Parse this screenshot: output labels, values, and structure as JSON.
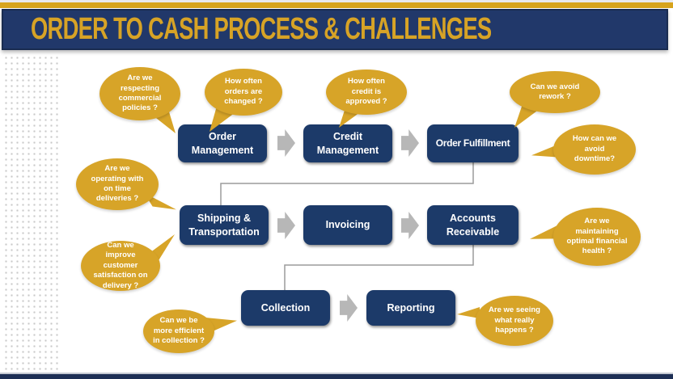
{
  "header": {
    "title": "ORDER TO CASH PROCESS & CHALLENGES"
  },
  "colors": {
    "navy": "#1c3a69",
    "gold": "#d7a428",
    "arrow_gray": "#b7b7b7",
    "connector_gray": "#9b9b9b"
  },
  "diagram": {
    "boxes": [
      {
        "id": "order-management",
        "label": "Order Management"
      },
      {
        "id": "credit-management",
        "label": "Credit Management"
      },
      {
        "id": "order-fulfillment",
        "label": "Order Fulfillment"
      },
      {
        "id": "shipping-transportation",
        "label": "Shipping & Transportation"
      },
      {
        "id": "invoicing",
        "label": "Invoicing"
      },
      {
        "id": "accounts-receivable",
        "label": "Accounts Receivable"
      },
      {
        "id": "collection",
        "label": "Collection"
      },
      {
        "id": "reporting",
        "label": "Reporting"
      }
    ],
    "bubbles": [
      {
        "id": "respecting-commercial-policies",
        "text": "Are we respecting commercial policies ?"
      },
      {
        "id": "orders-changed",
        "text": "How often orders are changed ?"
      },
      {
        "id": "credit-approved",
        "text": "How often credit is approved ?"
      },
      {
        "id": "avoid-rework",
        "text": "Can we avoid rework ?"
      },
      {
        "id": "avoid-downtime",
        "text": "How can we avoid downtime?"
      },
      {
        "id": "on-time-deliveries",
        "text": "Are we operating with on time deliveries ?"
      },
      {
        "id": "customer-satisfaction",
        "text": "Can we improve customer satisfaction on delivery ?"
      },
      {
        "id": "efficient-collection",
        "text": "Can we be more efficient in collection ?"
      },
      {
        "id": "financial-health",
        "text": "Are we maintaining optimal financial health ?"
      },
      {
        "id": "seeing-what-happens",
        "text": "Are we seeing what really happens ?"
      }
    ]
  }
}
